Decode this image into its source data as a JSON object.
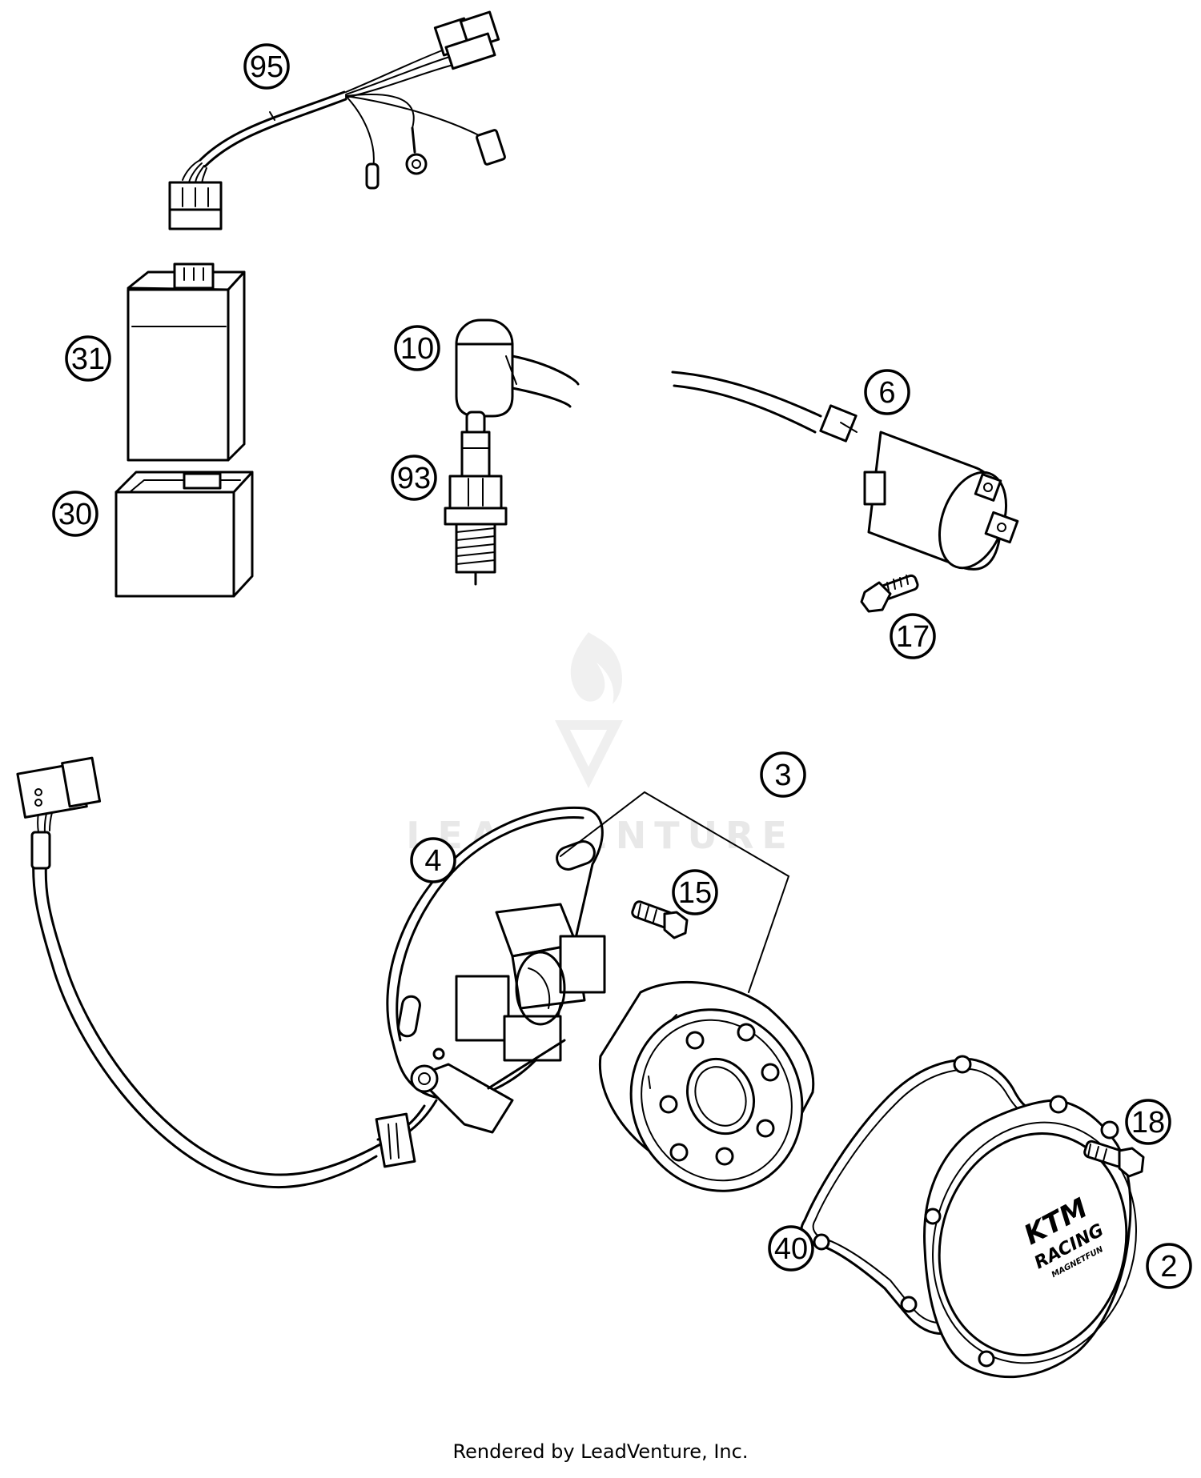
{
  "diagram": {
    "callouts": [
      {
        "id": "95",
        "label": "95"
      },
      {
        "id": "31",
        "label": "31"
      },
      {
        "id": "30",
        "label": "30"
      },
      {
        "id": "10",
        "label": "10"
      },
      {
        "id": "93",
        "label": "93"
      },
      {
        "id": "6",
        "label": "6"
      },
      {
        "id": "17",
        "label": "17"
      },
      {
        "id": "3",
        "label": "3"
      },
      {
        "id": "4",
        "label": "4"
      },
      {
        "id": "15",
        "label": "15"
      },
      {
        "id": "18",
        "label": "18"
      },
      {
        "id": "40",
        "label": "40"
      },
      {
        "id": "2",
        "label": "2"
      }
    ],
    "cover_logo": {
      "line1": "KTM",
      "line2": "RACING",
      "line3": "MAGNETFUN"
    },
    "watermark": {
      "text": "LEADVENTURE"
    }
  },
  "footer": {
    "text": "Rendered by LeadVenture, Inc."
  }
}
